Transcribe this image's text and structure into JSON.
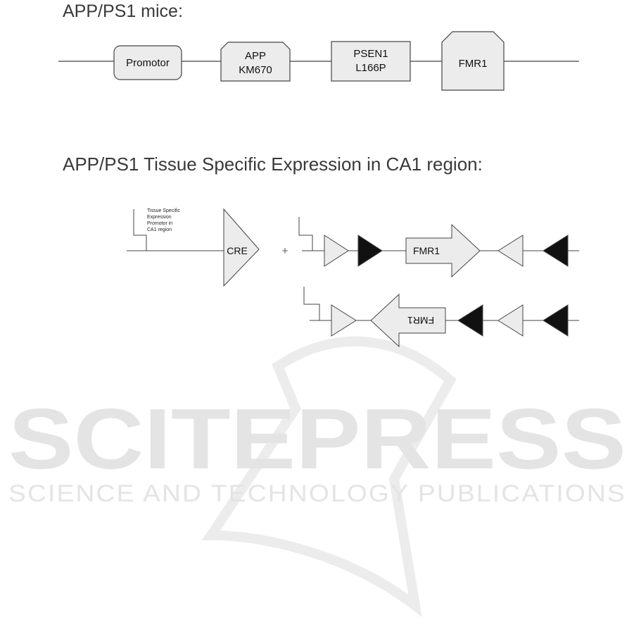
{
  "titles": {
    "app_ps1_mice": "APP/PS1 mice:",
    "tissue_specific": "APP/PS1 Tissue Specific Expression in CA1 region:"
  },
  "construct_1": {
    "promotor": "Promotor",
    "app_line1": "APP",
    "app_line2": "KM670",
    "psen1_line1": "PSEN1",
    "psen1_line2": "L166P",
    "fmr1": "FMR1"
  },
  "construct_2": {
    "promoter_note_lines": [
      "Tissue Specific",
      "Expression",
      "Promotor in",
      "CA1 region"
    ],
    "cre": "CRE",
    "plus": "+",
    "fmr1_forward": "FMR1",
    "fmr1_inverted": "FMR1"
  },
  "watermark": {
    "big": "SCITEPRESS",
    "small": "SCIENCE AND TECHNOLOGY PUBLICATIONS"
  },
  "colors": {
    "box_fill": "#ececec",
    "line": "#444444",
    "black_triangle": "#111111",
    "watermark": "#e4e4e4"
  }
}
